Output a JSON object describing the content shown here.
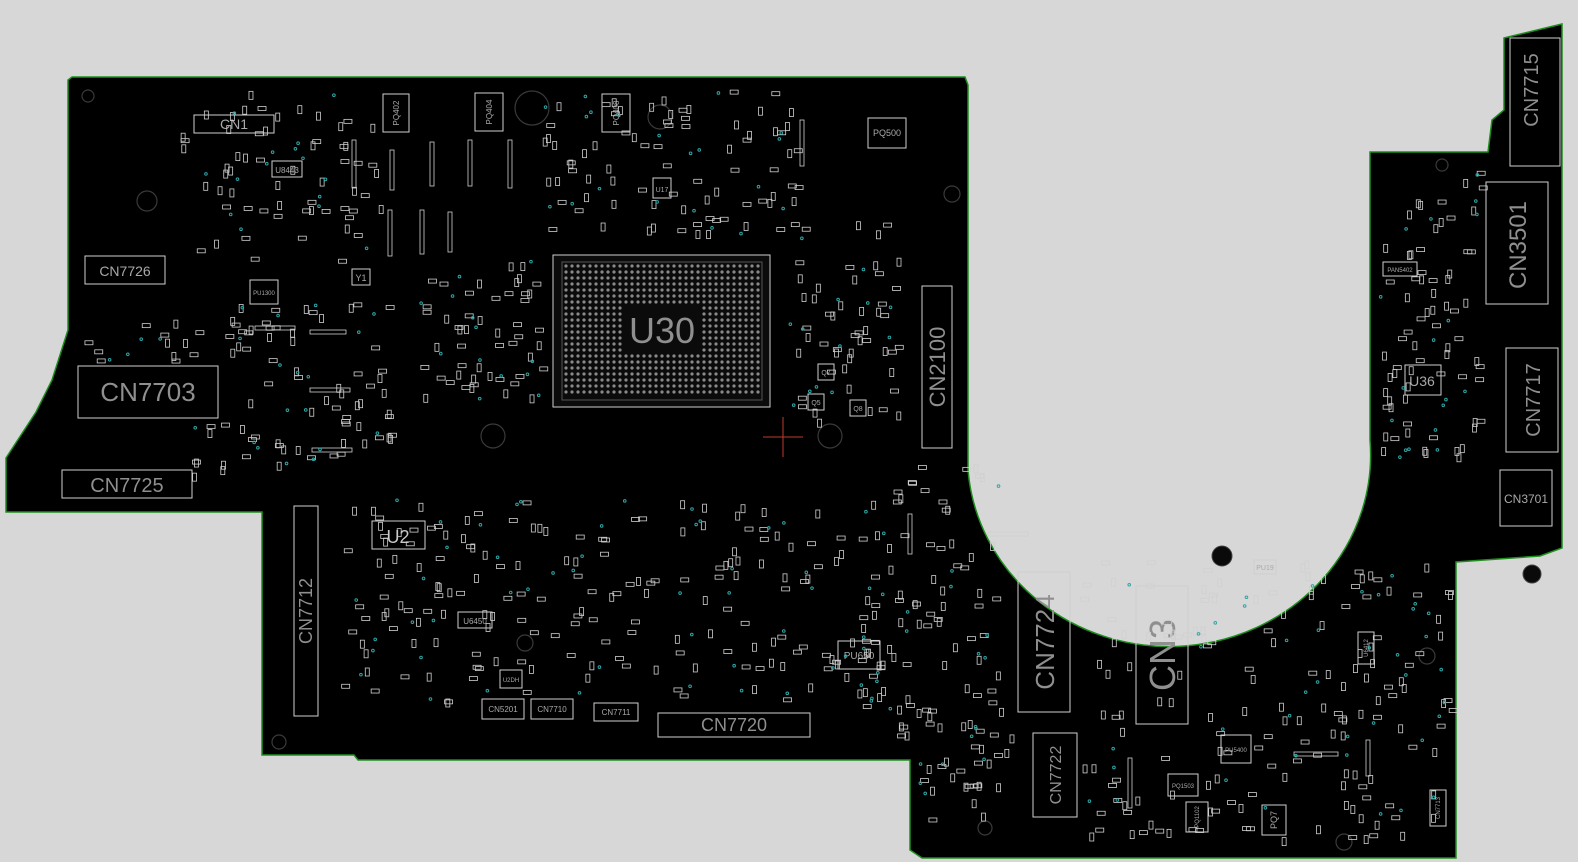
{
  "colors": {
    "background": "#d7d7d7",
    "board": "#000000",
    "board_outline": "#1e8f1e",
    "silkscreen": "#cfcfcf",
    "label": "#a9a9a9",
    "via": "#2fa6a6",
    "cursor": "#c0392b"
  },
  "labels": {
    "U30": "U30",
    "CN2100": "CN2100",
    "CN7703": "CN7703",
    "CN7725": "CN7725",
    "CN7726": "CN7726",
    "CN1": "CN1",
    "U8443": "U8443",
    "Y1": "Y1",
    "PU1300": "PU1300",
    "PQ402": "PQ402",
    "PQ404": "PQ404",
    "PQ408": "PQ408",
    "PQ500": "PQ500",
    "U17": "U17",
    "U2": "U2",
    "CN7712": "CN7712",
    "U6450": "U6450",
    "U2DH": "U2DH",
    "CN5201": "CN5201",
    "CN7710": "CN7710",
    "CN7711": "CN7711",
    "CN7720": "CN7720",
    "PU650": "PU650",
    "CN7724": "CN7724",
    "CN3": "CN3",
    "CN7722": "CN7722",
    "CN7715": "CN7715",
    "CN3501": "CN3501",
    "PAN5402": "PAN5402",
    "U36": "U36",
    "CN7717": "CN7717",
    "CN3701": "CN3701",
    "PU19": "PU19",
    "U6412": "U6412",
    "PU5400": "PU5400",
    "PQ1503": "PQ1503",
    "PQ1102": "PQ1102",
    "PQ7": "PQ7",
    "CN7713": "CN7713",
    "Q7": "Q7",
    "Q5": "Q5",
    "Q8": "Q8"
  }
}
